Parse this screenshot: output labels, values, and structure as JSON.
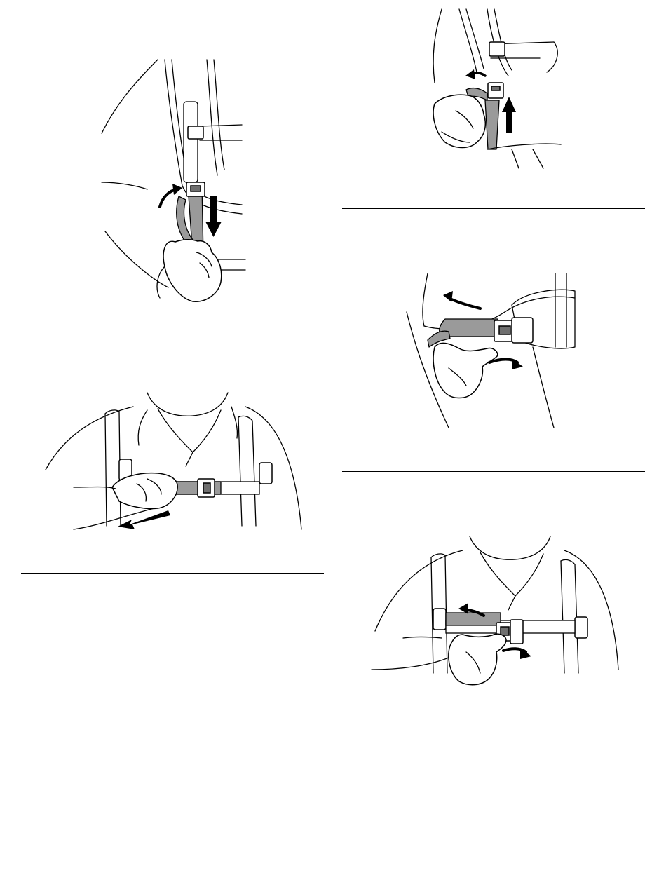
{
  "page": {
    "page_number": ""
  },
  "figures": [
    {
      "id": "figure-1",
      "subject": "shoulder-strap-pull-down"
    },
    {
      "id": "figure-2",
      "subject": "shoulder-strap-loosen"
    },
    {
      "id": "figure-3",
      "subject": "chest-strap-pull-tight"
    },
    {
      "id": "figure-4",
      "subject": "waist-strap-loosen"
    },
    {
      "id": "figure-5",
      "subject": "chest-strap-loosen"
    }
  ]
}
